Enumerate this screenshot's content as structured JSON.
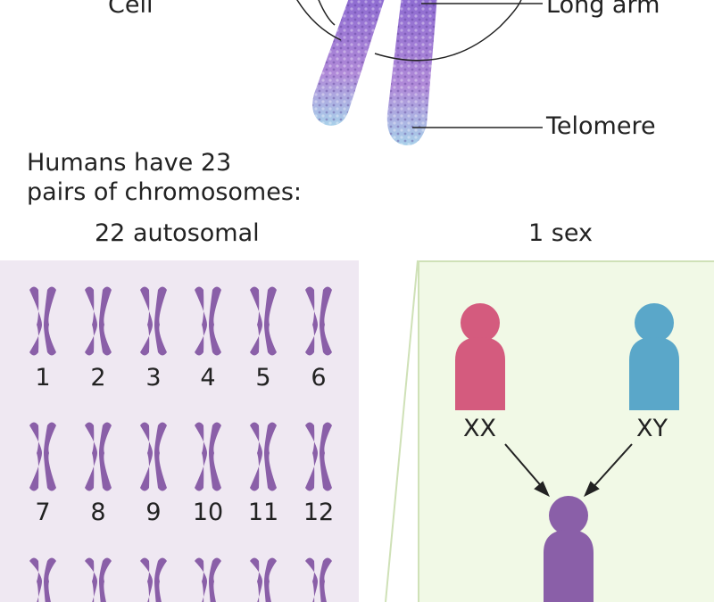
{
  "top_labels": {
    "cell": "Cell",
    "long_arm": "Long arm",
    "telomere": "Telomere"
  },
  "intro": {
    "line1": "Humans have 23",
    "line2": "pairs of chromosomes:"
  },
  "headings": {
    "autosomal": "22 autosomal",
    "sex": "1 sex"
  },
  "autosomes": {
    "row1": [
      "1",
      "2",
      "3",
      "4",
      "5",
      "6"
    ],
    "row2": [
      "7",
      "8",
      "9",
      "10",
      "11",
      "12"
    ]
  },
  "sex_chromosomes": {
    "female": "XX",
    "male": "XY"
  },
  "colors": {
    "chromosome": "#8a5fa8",
    "female": "#d45b7e",
    "male": "#5aa7c9",
    "child": "#8a5fa8",
    "autosomal_bg": "#efe8f2",
    "sex_bg": "#f1f9e6"
  }
}
